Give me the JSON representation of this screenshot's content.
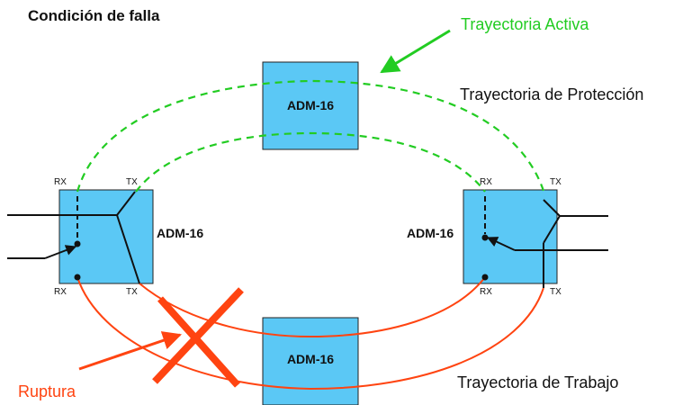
{
  "diagram": {
    "title": "Condición de falla",
    "legend": {
      "active_path": "Trayectoria Activa",
      "protection_path": "Trayectoria de Protección",
      "working_path": "Trayectoria de Trabajo",
      "break": "Ruptura"
    },
    "nodes": {
      "top": "ADM-16",
      "left": "ADM-16",
      "right": "ADM-16",
      "bottom": "ADM-16"
    },
    "ports": {
      "rx": "RX",
      "tx": "TX"
    },
    "colors": {
      "node_fill": "#5bc8f5",
      "active_path": "#22cc22",
      "working_path": "#ff4411",
      "line": "#111111"
    }
  }
}
